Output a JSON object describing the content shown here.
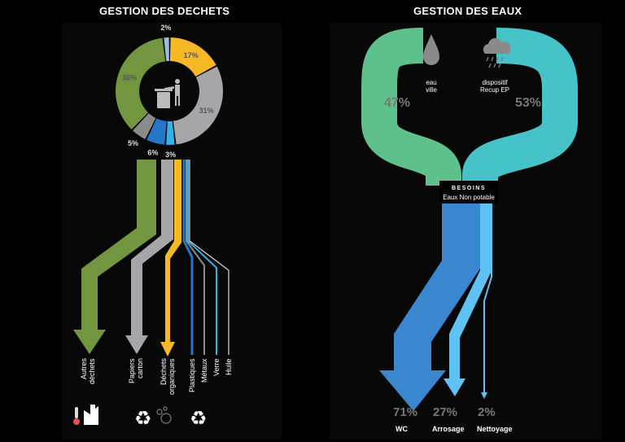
{
  "waste": {
    "title": "GESTION DES DECHETS",
    "donut": [
      {
        "label": "17%",
        "value": 17,
        "color": "#f6b824"
      },
      {
        "label": "31%",
        "value": 31,
        "color": "#a6a6a8"
      },
      {
        "label": "3%",
        "value": 3,
        "color": "#2fb3ea"
      },
      {
        "label": "6%",
        "value": 6,
        "color": "#2476c8"
      },
      {
        "label": "5%",
        "value": 5,
        "color": "#8b8b8d"
      },
      {
        "label": "36%",
        "value": 36,
        "color": "#71963f"
      },
      {
        "label": "2%",
        "value": 2,
        "color": "#9ebde0"
      }
    ],
    "categories": [
      "Autres déchets",
      "Papiers carton",
      "Déchets organiques",
      "Plastiques",
      "Métaux",
      "Verre",
      "Huile"
    ],
    "icons": [
      "thermometer-factory-icon",
      "recycle-icon",
      "compost-icon",
      "recycle-icon"
    ]
  },
  "water": {
    "title": "GESTION DES EAUX",
    "sources": [
      {
        "label": "eau ville",
        "pct": "47%",
        "color": "#5ec08a",
        "icon": "water-drop-icon"
      },
      {
        "label": "dispositif Recup EP",
        "pct": "53%",
        "color": "#45c3c8",
        "icon": "rain-cloud-icon"
      }
    ],
    "box_title": "BESOINS",
    "box_subtitle": "Eaux Non potable",
    "uses": [
      {
        "pct": "71%",
        "label": "WC",
        "color": "#3a87d0"
      },
      {
        "pct": "27%",
        "label": "Arrosage",
        "color": "#5ec2f2"
      },
      {
        "pct": "2%",
        "label": "Nettoyage",
        "color": "#5ec2f2"
      }
    ]
  }
}
